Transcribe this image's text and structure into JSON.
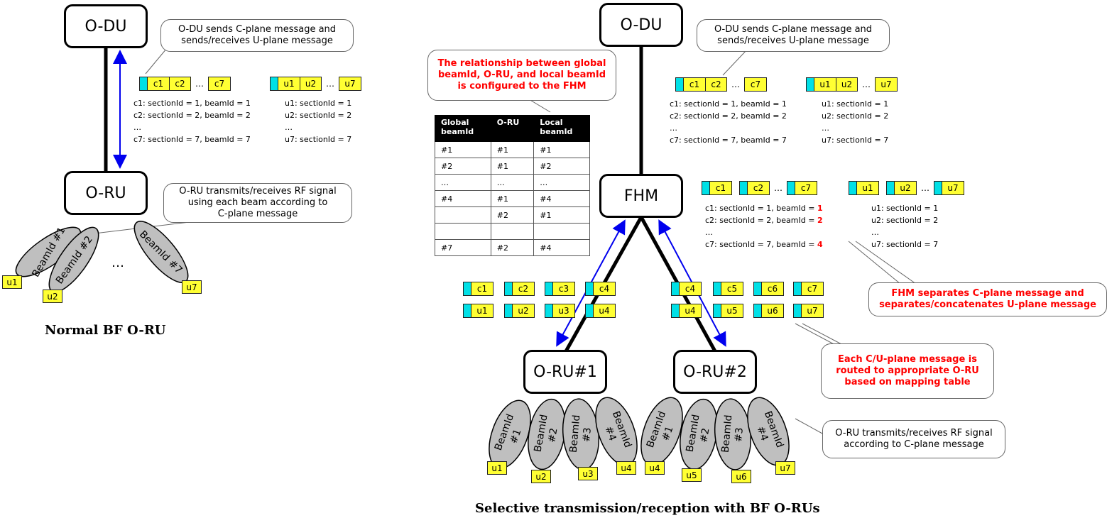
{
  "left": {
    "odu": "O-DU",
    "oru": "O-RU",
    "callout_odu": [
      "O-DU sends C-plane message and",
      "sends/receives U-plane message"
    ],
    "callout_oru": [
      "O-RU transmits/receives RF signal",
      "using each beam according to",
      "C-plane message"
    ],
    "cmsgs": [
      "c1",
      "c2",
      "c7"
    ],
    "umsgs": [
      "u1",
      "u2",
      "u7"
    ],
    "dots": "…",
    "cinfo": [
      "c1: sectionId = 1, beamId = 1",
      "c2: sectionId = 2, beamId = 2",
      "…",
      "c7: sectionId = 7, beamId = 7"
    ],
    "uinfo": [
      "u1: sectionId = 1",
      "u2: sectionId = 2",
      "…",
      "u7: sectionId = 7"
    ],
    "beams": [
      "BeamId #1",
      "BeamId #2",
      "BeamId #7"
    ],
    "beam_tags": [
      "u1",
      "u2",
      "u7"
    ],
    "beam_dots": "…",
    "caption": "Normal BF O-RU"
  },
  "right": {
    "odu": "O-DU",
    "fhm": "FHM",
    "oru1": "O-RU#1",
    "oru2": "O-RU#2",
    "callout_odu": [
      "O-DU sends C-plane message and",
      "sends/receives U-plane message"
    ],
    "callout_config": [
      "The relationship between global",
      "beamId, O-RU, and local beamId",
      "is configured to the FHM"
    ],
    "callout_fhm": [
      "FHM separates C-plane message and",
      "separates/concatenates U-plane message"
    ],
    "callout_route": [
      "Each C/U-plane message is",
      "routed to appropriate O-RU",
      "based on mapping table"
    ],
    "callout_oru": [
      "O-RU transmits/receives RF signal",
      "according to C-plane message"
    ],
    "odu_cmsgs": [
      "c1",
      "c2",
      "c7"
    ],
    "odu_umsgs": [
      "u1",
      "u2",
      "u7"
    ],
    "odu_cinfo": [
      "c1: sectionId = 1, beamId = 1",
      "c2: sectionId = 2, beamId = 2",
      "…",
      "c7: sectionId = 7, beamId = 7"
    ],
    "odu_uinfo": [
      "u1: sectionId = 1",
      "u2: sectionId = 2",
      "…",
      "u7: sectionId = 7"
    ],
    "fhm_cmsgs": [
      "c1",
      "c2",
      "c7"
    ],
    "fhm_umsgs": [
      "u1",
      "u2",
      "u7"
    ],
    "fhm_cinfo": [
      {
        "text": "c1: sectionId = 1, beamId = ",
        "local": "1"
      },
      {
        "text": "c2: sectionId = 2, beamId = ",
        "local": "2"
      },
      {
        "text": "…",
        "local": ""
      },
      {
        "text": "c7: sectionId = 7, beamId = ",
        "local": "4"
      }
    ],
    "fhm_uinfo": [
      "u1: sectionId = 1",
      "u2: sectionId = 2",
      "…",
      "u7: sectionId = 7"
    ],
    "oru1_c": [
      "c1",
      "c2",
      "c3",
      "c4"
    ],
    "oru1_u": [
      "u1",
      "u2",
      "u3",
      "u4"
    ],
    "oru2_c": [
      "c4",
      "c5",
      "c6",
      "c7"
    ],
    "oru2_u": [
      "u4",
      "u5",
      "u6",
      "u7"
    ],
    "table": {
      "headers": [
        [
          "Global",
          "beamId"
        ],
        [
          "O-RU"
        ],
        [
          "Local",
          "beamId"
        ]
      ],
      "rows": [
        [
          "#1",
          "#1",
          "#1"
        ],
        [
          "#2",
          "#1",
          "#2"
        ],
        [
          "…",
          "…",
          "…"
        ],
        [
          "#4",
          "#1",
          "#4"
        ],
        [
          "",
          "#2",
          "#1"
        ],
        [
          "",
          "",
          ""
        ],
        [
          "#7",
          "#2",
          "#4"
        ]
      ]
    },
    "oru1_beams": [
      [
        "BeamId",
        "#1"
      ],
      [
        "BeamId",
        "#2"
      ],
      [
        "BeamId",
        "#3"
      ],
      [
        "BeamId",
        "#4"
      ]
    ],
    "oru2_beams": [
      [
        "BeamId",
        "#1"
      ],
      [
        "BeamId",
        "#2"
      ],
      [
        "BeamId",
        "#3"
      ],
      [
        "BeamId",
        "#4"
      ]
    ],
    "oru1_tags": [
      "u1",
      "u2",
      "u3",
      "u4"
    ],
    "oru2_tags": [
      "u4",
      "u5",
      "u6",
      "u7"
    ],
    "caption": "Selective transmission/reception with BF O-RUs"
  },
  "colors": {
    "cplane_marker": "#00e0e6",
    "msg": "#ffff33",
    "arrow": "#0000ee",
    "highlight": "#ff0000",
    "beam": "#bfbfbf"
  }
}
